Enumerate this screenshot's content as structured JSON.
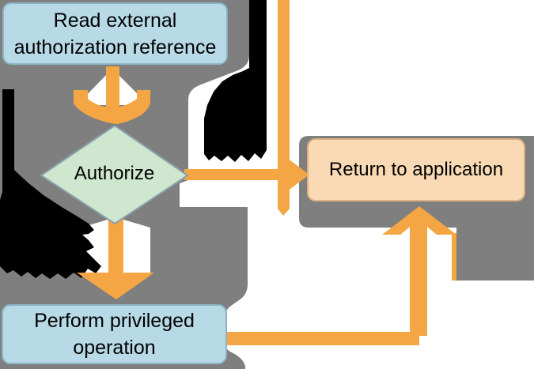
{
  "diagram": {
    "nodes": {
      "read_reference": {
        "label": "Read external authorization reference"
      },
      "authorize": {
        "label": "Authorize"
      },
      "perform_operation": {
        "label": "Perform privileged operation"
      },
      "return_to_application": {
        "label": "Return to application"
      }
    },
    "colors": {
      "background_gray": "#7F7F7F",
      "arrow_orange": "#F3A643",
      "process_blue": "#B8DAE7",
      "decision_green": "#CEE7CE",
      "decision_border": "#8AA0AD",
      "terminal_peach": "#FADAB4",
      "blob_black": "#000000",
      "backdrop_white": "#FFFFFF"
    }
  }
}
